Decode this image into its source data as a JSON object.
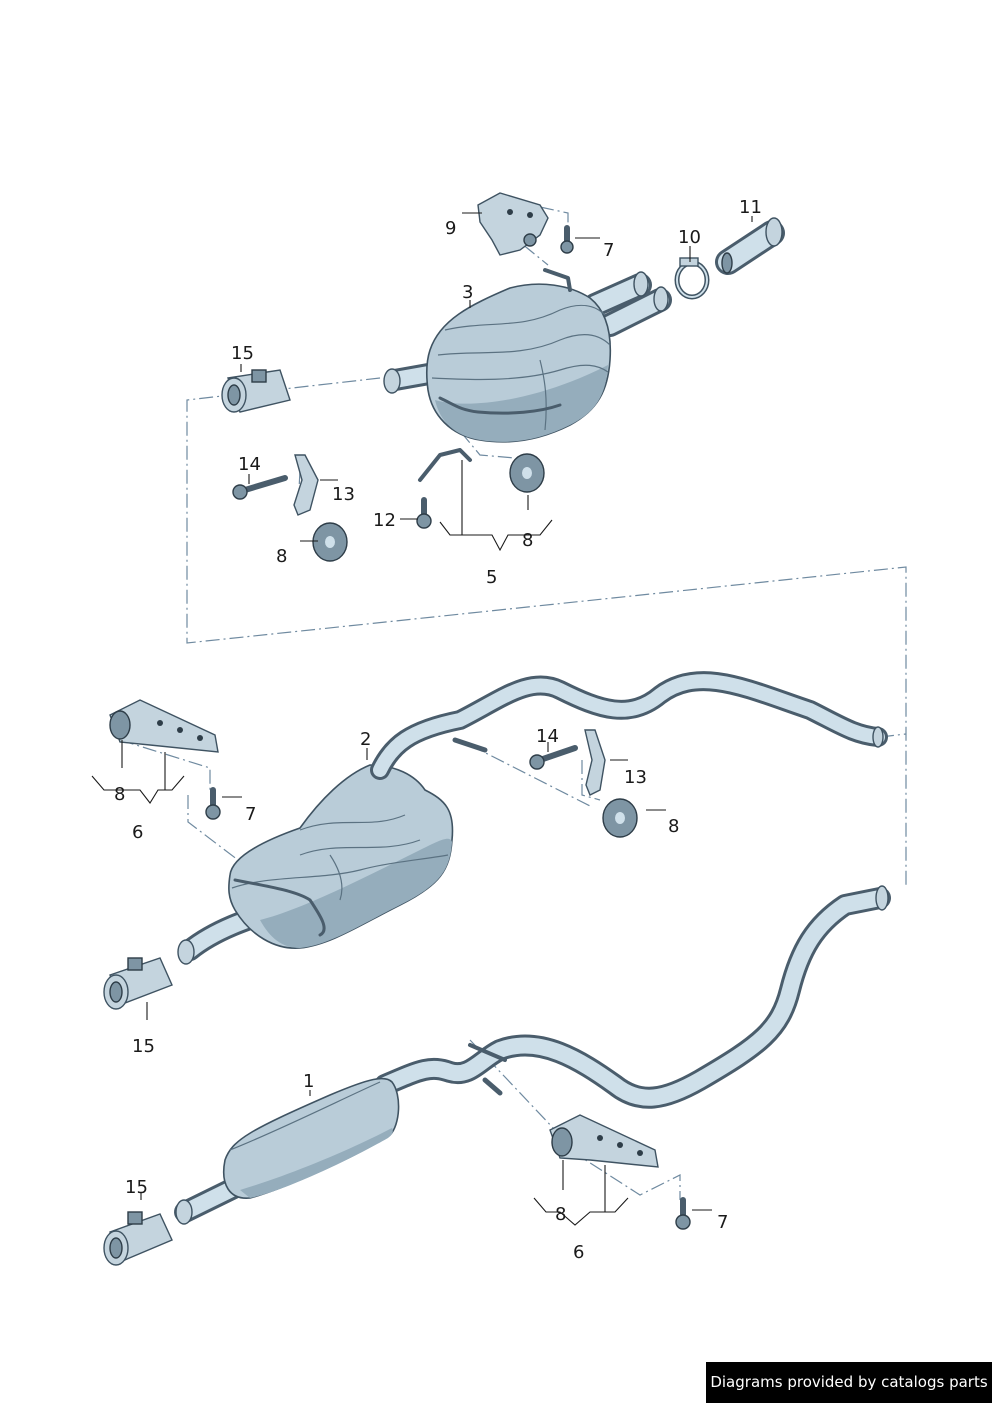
{
  "callouts": {
    "c1": "1",
    "c2": "2",
    "c3": "3",
    "c5": "5",
    "c6a": "6",
    "c6b": "6",
    "c7a": "7",
    "c7b": "7",
    "c7c": "7",
    "c8a": "8",
    "c8b": "8",
    "c8c": "8",
    "c8d": "8",
    "c8e": "8",
    "c9": "9",
    "c10": "10",
    "c11": "11",
    "c12": "12",
    "c13a": "13",
    "c13b": "13",
    "c14a": "14",
    "c14b": "14",
    "c15a": "15",
    "c15b": "15",
    "c15c": "15"
  },
  "footer": {
    "credit": "Diagrams provided by catalogs parts"
  },
  "colors": {
    "metal": "#b9ccd8",
    "outline": "#3f5362",
    "highlight": "#cfe0ea",
    "dash": "#6f8aa0",
    "badge": "#000000"
  }
}
